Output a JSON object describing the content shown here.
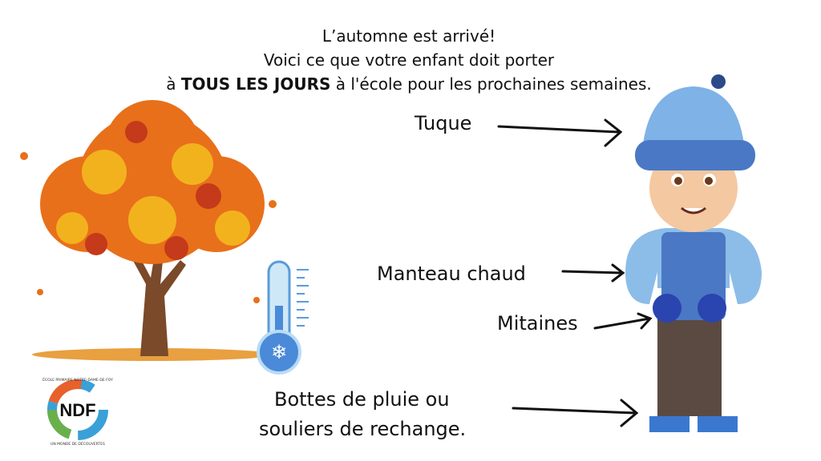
{
  "header": {
    "line1": "L’automne est arrivé!",
    "line2": "Voici ce que votre enfant doit porter",
    "line3_pre": "à ",
    "line3_bold": "TOUS LES JOURS",
    "line3_post": " à l'école pour les prochaines semaines."
  },
  "labels": {
    "tuque": "Tuque",
    "manteau": "Manteau chaud",
    "mitaines": "Mitaines",
    "bottes_1": "Bottes de pluie ou",
    "bottes_2": "souliers de rechange."
  },
  "logo": {
    "initials": "NDF",
    "top_text": "ÉCOLE PRIMAIRE NOTRE-DAME-DE-FOY",
    "bottom_text": "UN MONDE DE DÉCOUVERTES"
  },
  "colors": {
    "hat": "#4a78c4",
    "coat": "#7fb2e6",
    "mittens": "#2a44b0",
    "pants": "#5a4a42",
    "leaves": "#e8701a"
  }
}
